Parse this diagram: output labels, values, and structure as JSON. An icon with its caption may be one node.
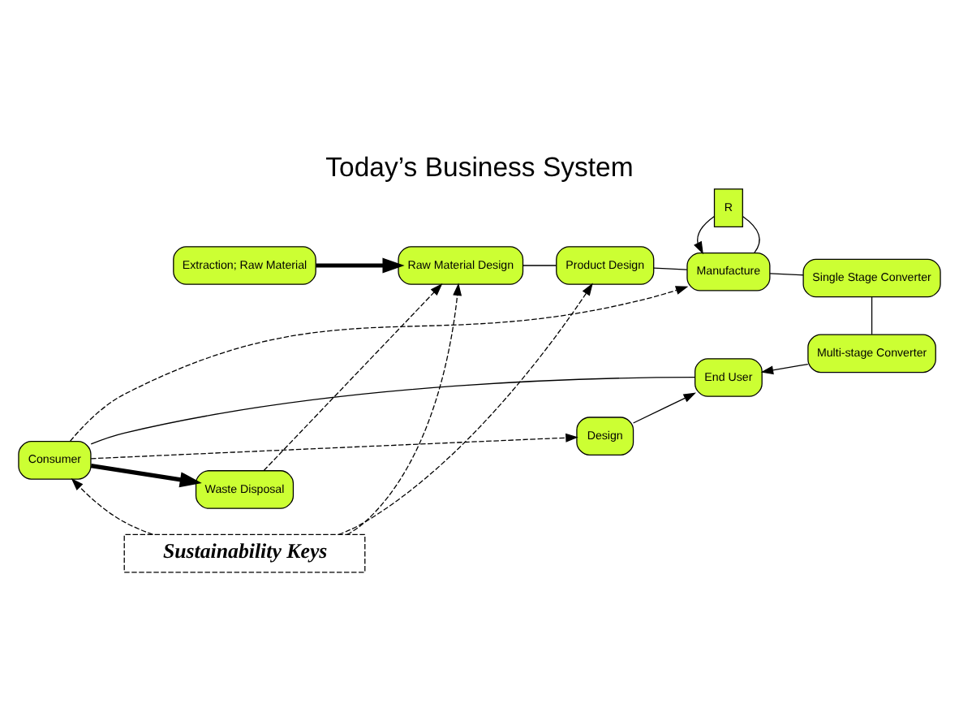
{
  "diagram": {
    "title": "Today’s Business System",
    "nodes": [
      {
        "text": [
          "Extraction; Raw Material"
        ]
      },
      {
        "text": [
          "Raw Material Design"
        ]
      },
      {
        "text": [
          "Product Design"
        ]
      },
      {
        "text": [
          "Manufacture"
        ]
      },
      {
        "text": [
          "R"
        ]
      },
      {
        "text": [
          "Single Stage Converter"
        ]
      },
      {
        "text": [
          "Multi-stage Converter"
        ]
      },
      {
        "text": [
          "End User"
        ]
      },
      {
        "text": [
          "Design"
        ]
      },
      {
        "text": [
          "Consumer"
        ]
      },
      {
        "text": [
          "Waste Disposal"
        ]
      },
      {
        "text": [
          "Sustainability Keys"
        ]
      }
    ],
    "edges": [
      {
        "from": 0,
        "to": 1,
        "arrow": "to",
        "style": "thick"
      },
      {
        "from": 1,
        "to": 2,
        "arrow": "none"
      },
      {
        "from": 2,
        "to": 3,
        "arrow": "none"
      },
      {
        "from": 3,
        "to": 4,
        "arrow": "none"
      },
      {
        "from": 4,
        "to": 3,
        "arrow": "to"
      },
      {
        "from": 3,
        "to": 5,
        "arrow": "none"
      },
      {
        "from": 5,
        "to": 6,
        "arrow": "none"
      },
      {
        "from": 6,
        "to": 7,
        "arrow": "to"
      },
      {
        "from": 8,
        "to": 7,
        "arrow": "to"
      },
      {
        "from": 9,
        "to": 7,
        "arrow": "none"
      },
      {
        "from": 9,
        "to": 8,
        "arrow": "to",
        "style": "dashed"
      },
      {
        "from": 9,
        "to": 10,
        "arrow": "to",
        "style": "thick"
      },
      {
        "from": 9,
        "to": 3,
        "arrow": "to",
        "style": "dashed"
      },
      {
        "from": 11,
        "to": 9,
        "arrow": "to",
        "style": "dashed"
      },
      {
        "from": 11,
        "to": 1,
        "arrow": "to",
        "style": "dashed"
      },
      {
        "from": 11,
        "to": 2,
        "arrow": "to",
        "style": "dashed"
      },
      {
        "from": 10,
        "to": 1,
        "arrow": "to",
        "style": "dashed"
      }
    ]
  }
}
